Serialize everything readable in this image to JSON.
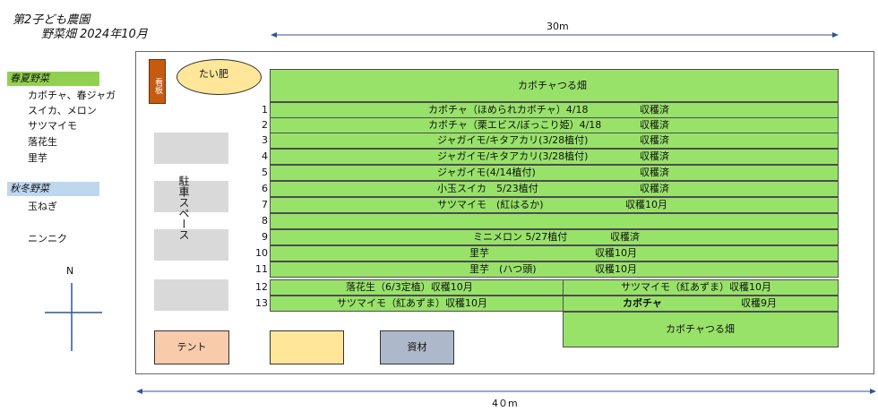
{
  "header": {
    "line1": "第2子ども農園",
    "line2": "野菜畑 2024年10月"
  },
  "legend": {
    "spring_summer": {
      "heading": "春夏野菜",
      "items": [
        "カボチャ、春ジャガ",
        "スイカ、メロン",
        "サツマイモ",
        "落花生",
        "里芋"
      ]
    },
    "autumn_winter": {
      "heading": "秋冬野菜",
      "items": [
        "玉ねぎ",
        "ニンニク"
      ]
    },
    "compass": "N"
  },
  "dimensions": {
    "width_top": "30m",
    "width_bottom": "4０m"
  },
  "facilities": {
    "sign": "看板",
    "compost": "たい肥",
    "parking": "駐車スペース",
    "tent": "テント",
    "materials": "資材"
  },
  "colors": {
    "field": "#98e26a",
    "spring_summer": "#92d050",
    "autumn_winter": "#bdd7ee",
    "sign": "#c55a11",
    "compost": "#ffe699",
    "tent": "#f8cbad",
    "materials": "#adb9ca"
  },
  "plot": {
    "vine_top": "カボチャつる畑",
    "vine_bottom": "カボチャつる畑",
    "rows": [
      {
        "num": "1",
        "crop": "カボチャ（ほめられカボチャ）4/18",
        "status": "収穫済"
      },
      {
        "num": "2",
        "crop": "カボチャ（栗エビス/ぼっこり姫）4/18",
        "status": "収穫済"
      },
      {
        "num": "3",
        "crop": "ジャガイモ/キタアカリ(3/28植付)",
        "status": "収穫済"
      },
      {
        "num": "4",
        "crop": "ジャガイモ/キタアカリ(3/28植付)",
        "status": "収穫済"
      },
      {
        "num": "5",
        "crop": "ジャガイモ(4/14植付)",
        "status": "収穫済"
      },
      {
        "num": "6",
        "crop": "小玉スイカ　5/23植付",
        "status": "収穫済"
      },
      {
        "num": "7",
        "crop": "サツマイモ　(紅はるか)",
        "status": "収穫10月"
      },
      {
        "num": "8",
        "crop": "",
        "status": ""
      },
      {
        "num": "9",
        "crop": "ミニメロン 5/27植付",
        "status": "収穫済"
      },
      {
        "num": "10",
        "crop": "里芋",
        "status": "収穫10月"
      },
      {
        "num": "11",
        "crop": "里芋　(ハつ頭)",
        "status": "収穫10月"
      }
    ],
    "split_rows": [
      {
        "num": "12",
        "left": "落花生（6/3定植）収穫10月",
        "right": "サツマイモ（紅あずま）収穫10月"
      },
      {
        "num": "13",
        "left": "サツマイモ（紅あずま）収穫10月",
        "right_crop": "カボチャ",
        "right_status": "収穫9月"
      }
    ]
  }
}
